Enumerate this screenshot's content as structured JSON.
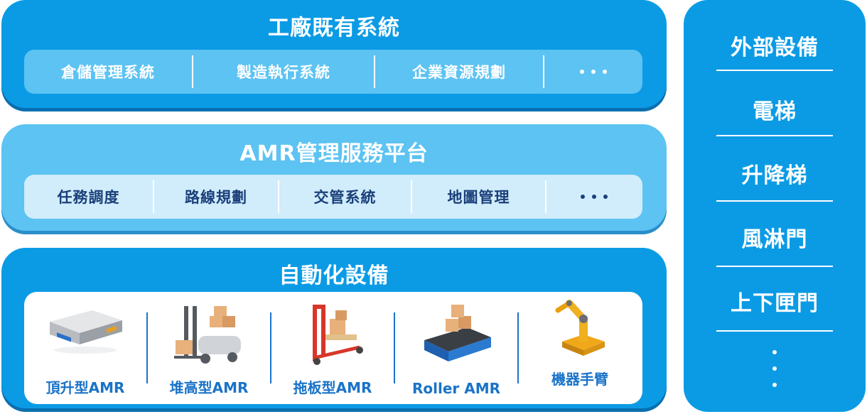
{
  "colors": {
    "panel_dark": "#0b9be5",
    "panel_light": "#5cc3f2",
    "bar_pale": "#d1ecfb",
    "text_navy": "#1a3f7a",
    "text_blue": "#1a73c8"
  },
  "existing_systems": {
    "title": "工廠既有系統",
    "items": [
      "倉儲管理系統",
      "製造執行系統",
      "企業資源規劃"
    ],
    "more": "more-dots-icon"
  },
  "amr_platform": {
    "title": "AMR管理服務平台",
    "items": [
      "任務調度",
      "路線規劃",
      "交管系統",
      "地圖管理"
    ],
    "more": "more-dots-icon"
  },
  "automation": {
    "title": "自動化設備",
    "devices": [
      {
        "label": "頂升型AMR",
        "icon": "lift-amr-icon"
      },
      {
        "label": "堆高型AMR",
        "icon": "forklift-amr-icon"
      },
      {
        "label": "拖板型AMR",
        "icon": "pallet-amr-icon"
      },
      {
        "label": "Roller AMR",
        "icon": "roller-amr-icon"
      },
      {
        "label": "機器手臂",
        "icon": "robot-arm-icon"
      }
    ]
  },
  "external_devices": {
    "title": "外部設備",
    "items": [
      "電梯",
      "升降梯",
      "風淋門",
      "上下匣門"
    ],
    "more": "vertical-dots-icon"
  }
}
